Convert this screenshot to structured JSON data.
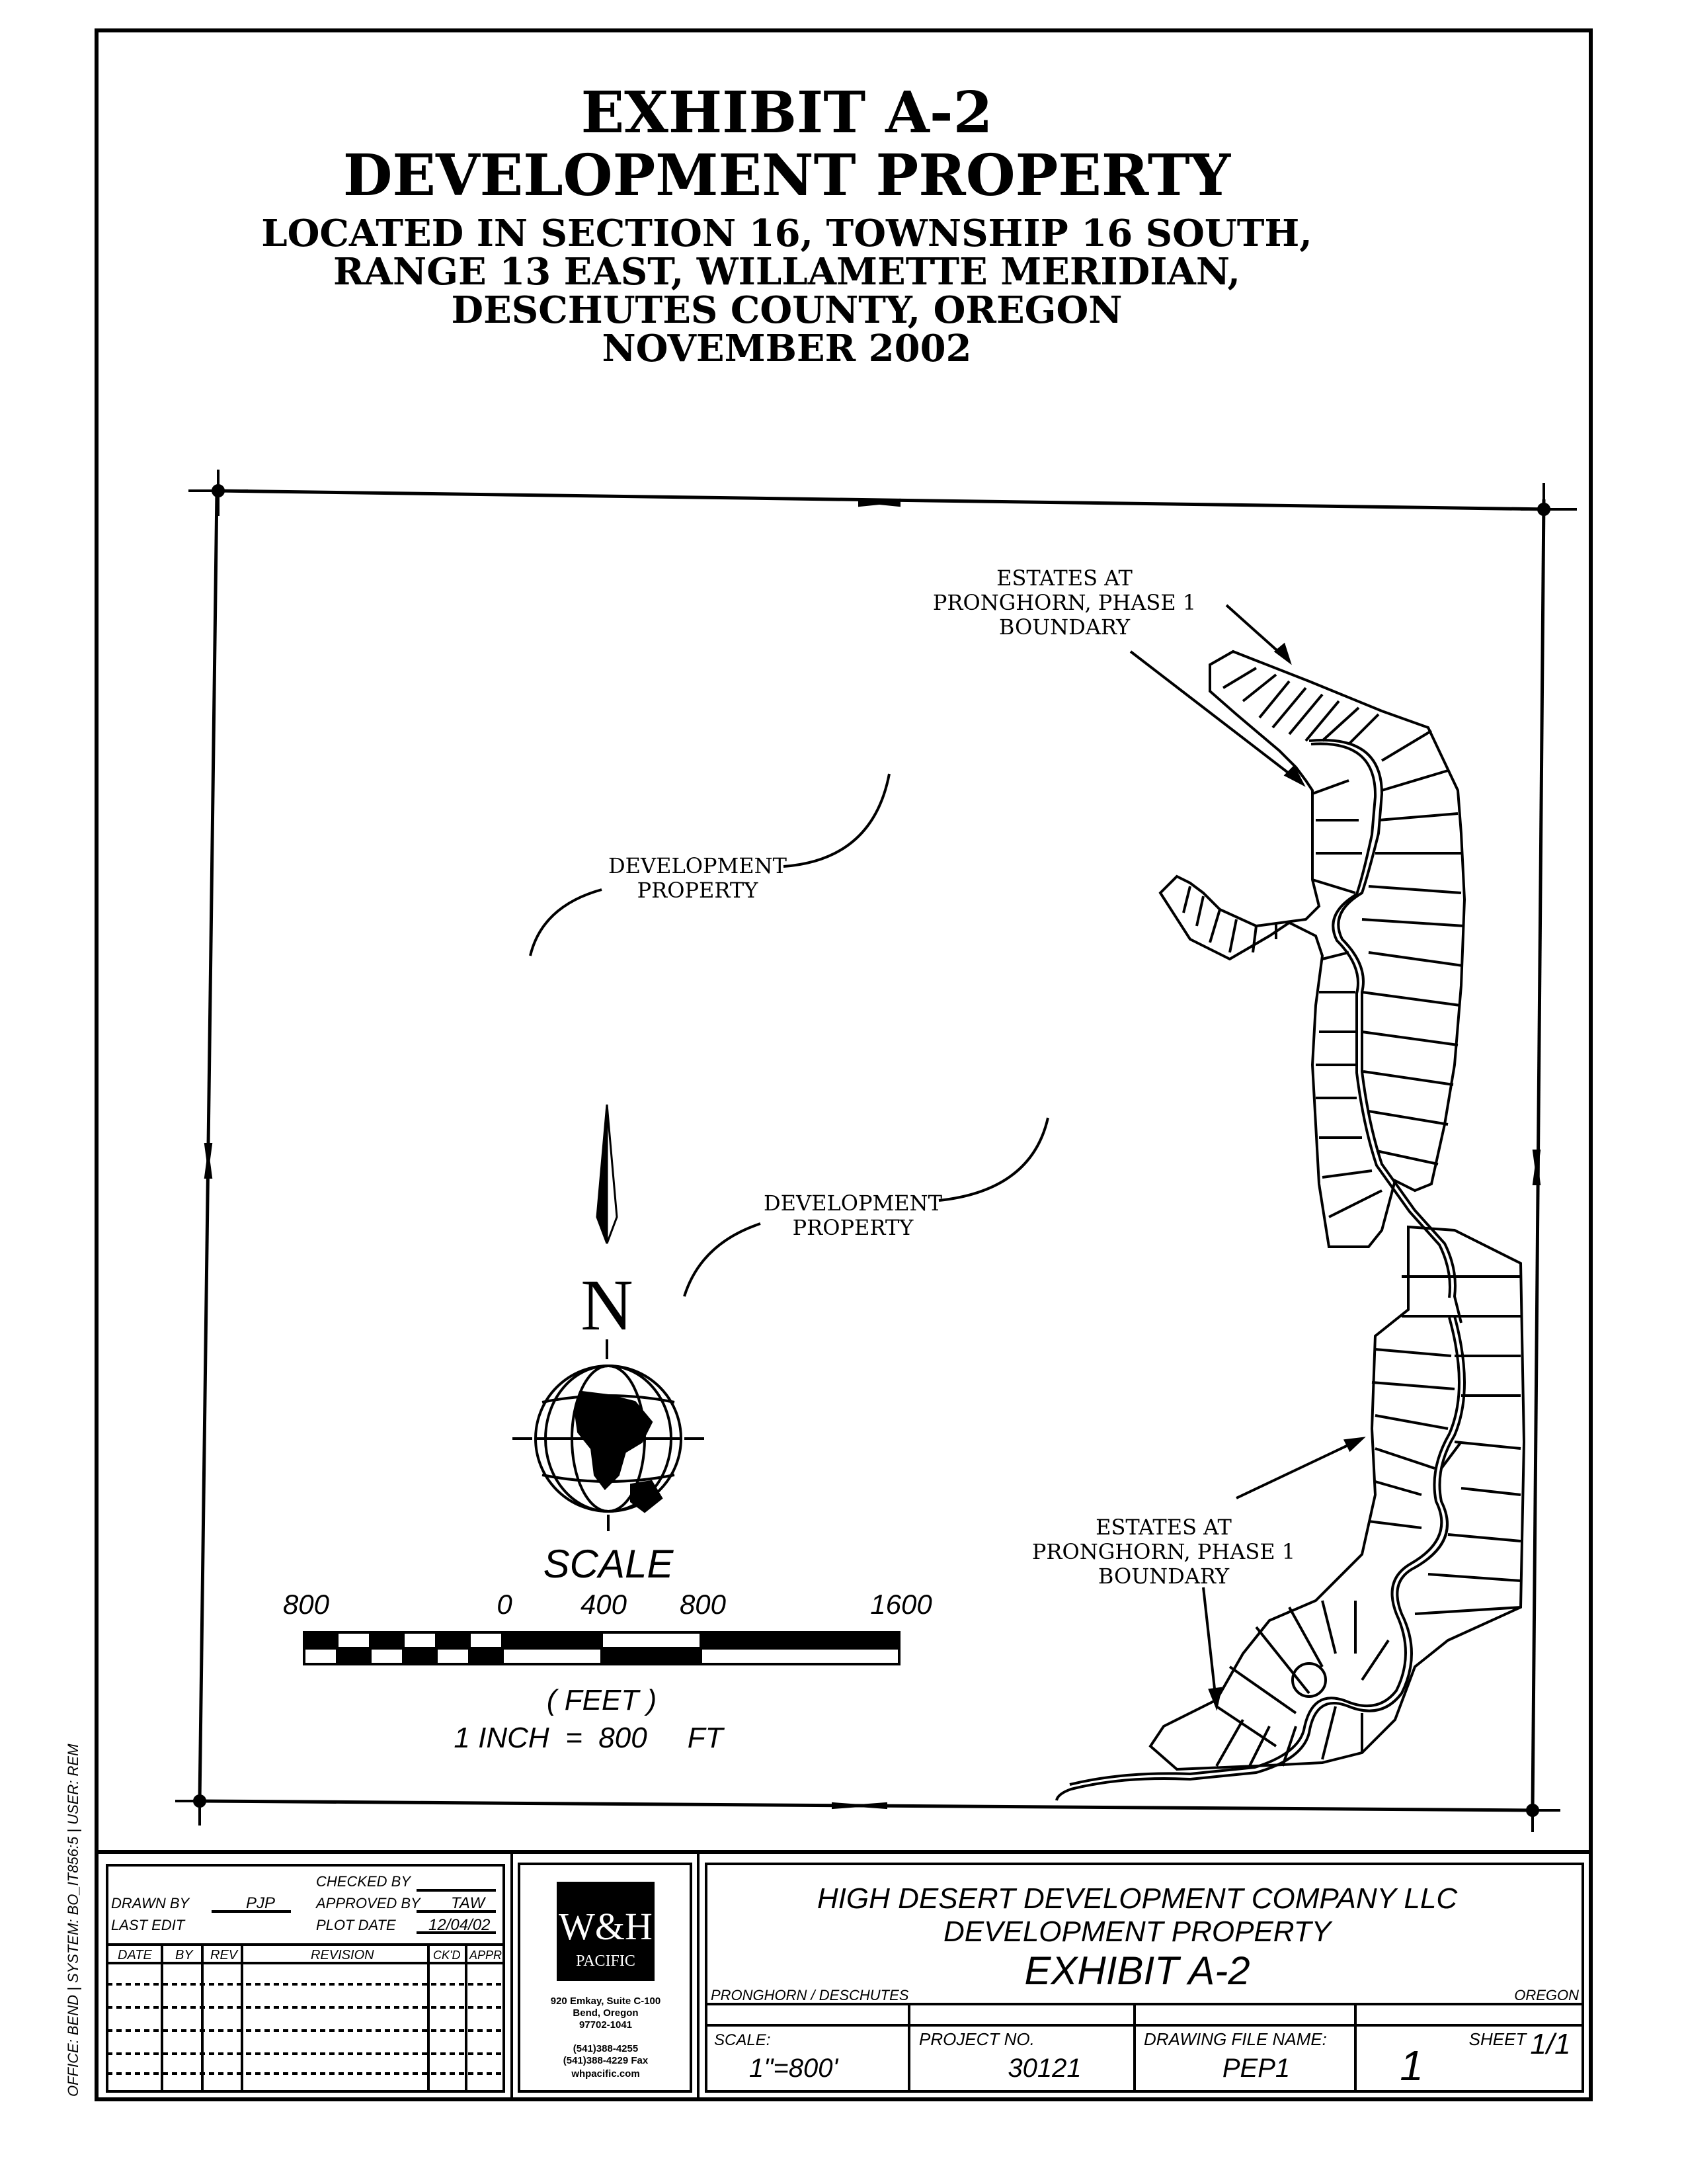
{
  "title": {
    "line1": "EXHIBIT A-2",
    "line2": "DEVELOPMENT PROPERTY",
    "line3": "LOCATED IN SECTION 16, TOWNSHIP 16 SOUTH,",
    "line4": "RANGE 13 EAST, WILLAMETTE MERIDIAN,",
    "line5": "DESCHUTES COUNTY, OREGON",
    "line6": "NOVEMBER 2002"
  },
  "labels": {
    "estates_top": [
      "ESTATES AT",
      "PRONGHORN, PHASE 1",
      "BOUNDARY"
    ],
    "estates_bottom": [
      "ESTATES AT",
      "PRONGHORN, PHASE 1",
      "BOUNDARY"
    ],
    "dev_top": [
      "DEVELOPMENT",
      "PROPERTY"
    ],
    "dev_bottom": [
      "DEVELOPMENT",
      "PROPERTY"
    ]
  },
  "north": {
    "letter": "N"
  },
  "scale_bar": {
    "title": "SCALE",
    "ticks": [
      "800",
      "0",
      "400",
      "800",
      "1600"
    ],
    "unit": "( FEET )",
    "ratio_text": "1 INCH  =  800     FT"
  },
  "side_note": "OFFICE: BEND | SYSTEM: BO_IT856:5 | USER: REM",
  "title_block": {
    "drawn_by_label": "DRAWN BY",
    "drawn_by": "PJP",
    "checked_by_label": "CHECKED BY",
    "checked_by": "",
    "approved_by_label": "APPROVED BY",
    "approved_by": "TAW",
    "last_edit_label": "LAST EDIT",
    "last_edit": "",
    "plot_date_label": "PLOT DATE",
    "plot_date": "12/04/02",
    "rev_headers": [
      "DATE",
      "BY",
      "REV",
      "REVISION",
      "CK'D",
      "APPR"
    ],
    "logo_text": [
      "W&H",
      "PACIFIC"
    ],
    "address": [
      "920 Emkay, Suite C-100",
      "Bend, Oregon",
      "97702-1041",
      "(541)388-4255",
      "(541)388-4229 Fax",
      "whpacific.com"
    ],
    "company": "HIGH DESERT DEVELOPMENT COMPANY LLC",
    "project_name": "DEVELOPMENT PROPERTY",
    "exhibit": "EXHIBIT A-2",
    "location_left": "PRONGHORN / DESCHUTES",
    "location_right": "OREGON",
    "scale_label": "SCALE:",
    "scale_value": "1\"=800'",
    "project_no_label": "PROJECT NO.",
    "project_no": "30121",
    "file_label": "DRAWING FILE NAME:",
    "file_name": "PEP1",
    "sheet_number": "1",
    "sheet_label": "SHEET",
    "sheet_value": "1/1"
  }
}
